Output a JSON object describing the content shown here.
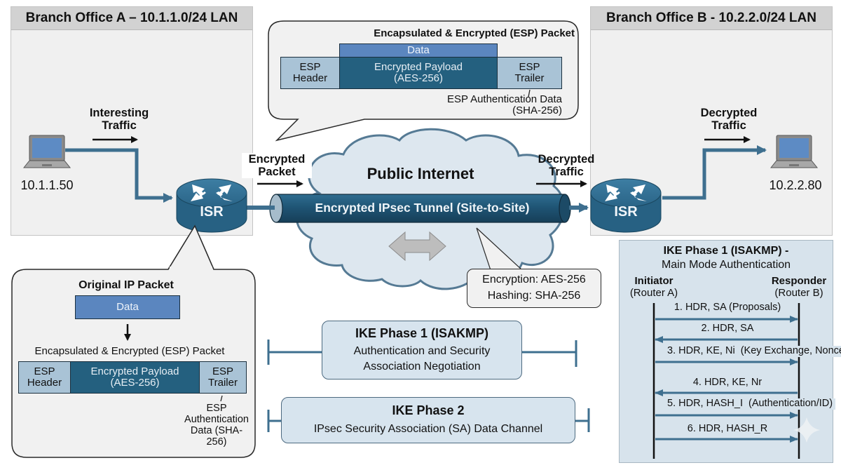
{
  "branch_a": {
    "title": "Branch Office A – 10.1.1.0/24 LAN",
    "host_ip": "10.1.1.50",
    "router_label": "ISR",
    "flow_label_line1": "Interesting",
    "flow_label_line2": "Traffic"
  },
  "branch_b": {
    "title": "Branch Office B - 10.2.2.0/24 LAN",
    "host_ip": "10.2.2.80",
    "router_label": "ISR",
    "flow_label_line1": "Decrypted",
    "flow_label_line2": "Traffic"
  },
  "wan": {
    "encrypted_label_line1": "Encrypted",
    "encrypted_label_line2": "Packet",
    "decrypted_label_line1": "Decrypted",
    "decrypted_label_line2": "Traffic",
    "cloud_title": "Public Internet",
    "tunnel_label": "Encrypted IPsec Tunnel (Site-to-Site)",
    "crypto_callout": {
      "encryption": "Encryption: AES-256",
      "hashing": "Hashing: SHA-256"
    }
  },
  "top_callout": {
    "title": "Encapsulated & Encrypted (ESP) Packet",
    "data_label": "Data",
    "esp_header": [
      "ESP",
      "Header"
    ],
    "payload": [
      "Encrypted Payload",
      "(AES-256)"
    ],
    "esp_trailer": [
      "ESP",
      "Trailer"
    ],
    "auth_data": [
      "ESP Authentication Data",
      "(SHA-256)"
    ]
  },
  "bottom_callout": {
    "title": "Original IP Packet",
    "data_label": "Data",
    "subtitle": "Encapsulated & Encrypted (ESP) Packet",
    "esp_header": [
      "ESP",
      "Header"
    ],
    "payload": [
      "Encrypted Payload",
      "(AES-256)"
    ],
    "esp_trailer": [
      "ESP",
      "Trailer"
    ],
    "auth_data": [
      "ESP",
      "Authentication",
      "Data (SHA-",
      "256)"
    ]
  },
  "phases": [
    {
      "title": "IKE Phase 1 (ISAKMP)",
      "desc_line1": "Authentication and Security",
      "desc_line2": "Association Negotiation"
    },
    {
      "title": "IKE Phase 2",
      "desc_line1": "IPsec Security Association (SA) Data Channel"
    }
  ],
  "sequence": {
    "title": "IKE Phase 1 (ISAKMP) -",
    "subtitle": "Main Mode Authentication",
    "initiator": {
      "name": "Initiator",
      "role": "(Router A)"
    },
    "responder": {
      "name": "Responder",
      "role": "(Router B)"
    },
    "messages": [
      {
        "lines": [
          "1. HDR, SA (Proposals)"
        ],
        "direction": "right"
      },
      {
        "lines": [
          "2. HDR, SA"
        ],
        "direction": "left"
      },
      {
        "lines": [
          "3. HDR, KE, Ni",
          "(Key Exchange, Nonce)"
        ],
        "direction": "right"
      },
      {
        "lines": [
          "4. HDR, KE, Nr"
        ],
        "direction": "left"
      },
      {
        "lines": [
          "5. HDR, HASH_I",
          "(Authentication/ID)"
        ],
        "direction": "right"
      },
      {
        "lines": [
          "6. HDR, HASH_R"
        ],
        "direction": "right"
      }
    ]
  },
  "colors": {
    "link_blue": "#3e6f8f",
    "router_blue": "#2f6a8c",
    "tunnel_dark": "#1f4f6b",
    "cloud_fill": "#dde7ef",
    "cloud_stroke": "#557a94"
  }
}
